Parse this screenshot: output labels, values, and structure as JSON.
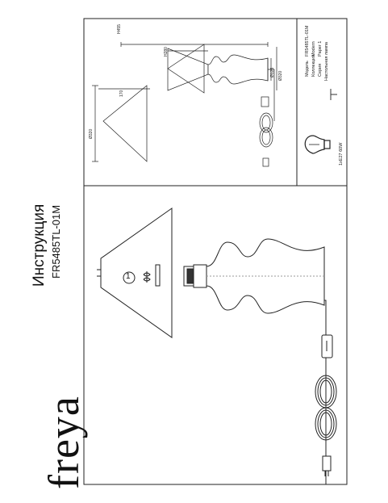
{
  "brand": "freya",
  "title": "Инструкция",
  "model_number": "FR5485TL-01M",
  "step_number": "1",
  "spec": {
    "model_label": "Модель",
    "model_value": "FR5485TL-01M",
    "collection_label": "Коллекция",
    "collection_value": "Modern",
    "series_label": "Серия",
    "series_value": "Paper 1",
    "type_value": "Настольная лампа"
  },
  "bulb": {
    "spec": "1xE27 60W"
  },
  "dimensions": {
    "total_height": "H455",
    "shade_height": "H280",
    "base_diameter": "Ø125",
    "shade_diameter": "Ø320",
    "shade_diameter_side": "Ø320",
    "shade_depth": "170"
  }
}
